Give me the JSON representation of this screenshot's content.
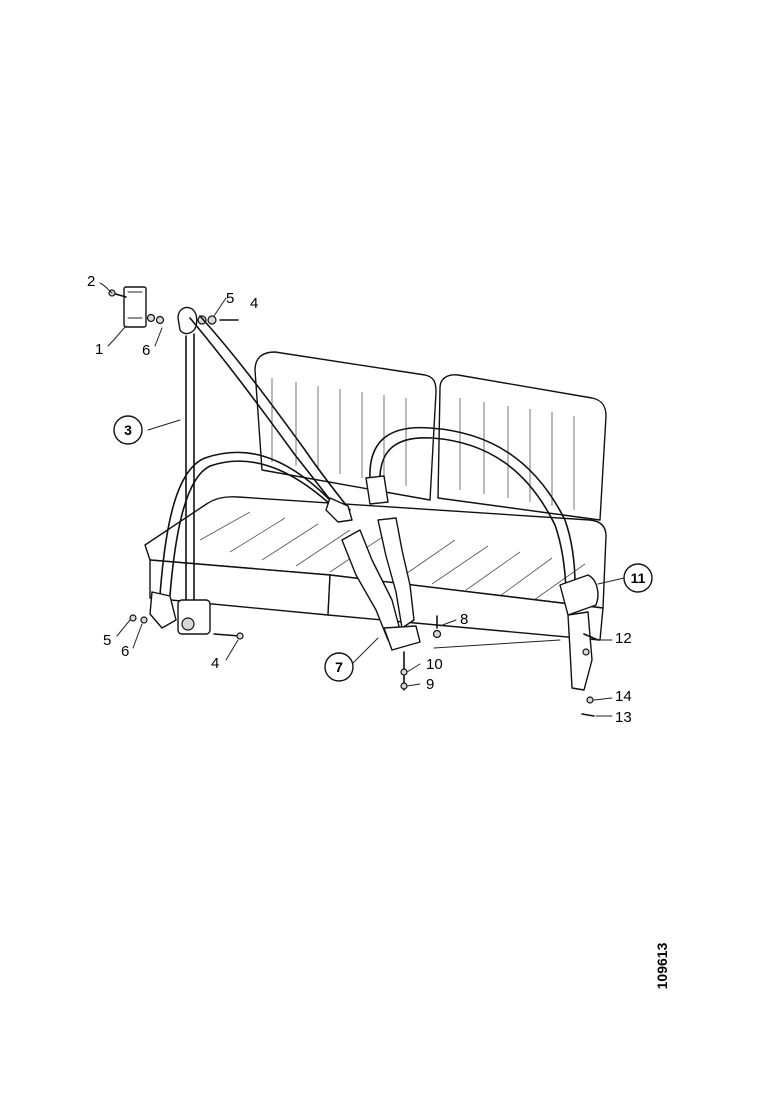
{
  "diagram": {
    "reference_number": "109613",
    "callouts": {
      "c1": "1",
      "c2": "2",
      "c3": "3",
      "c4_top": "4",
      "c4_bottom": "4",
      "c5_top": "5",
      "c5_bottom": "5",
      "c6_top": "6",
      "c6_bottom": "6",
      "c7": "7",
      "c8": "8",
      "c9": "9",
      "c10": "10",
      "c11": "11",
      "c12": "12",
      "c13": "13",
      "c14": "14"
    }
  }
}
